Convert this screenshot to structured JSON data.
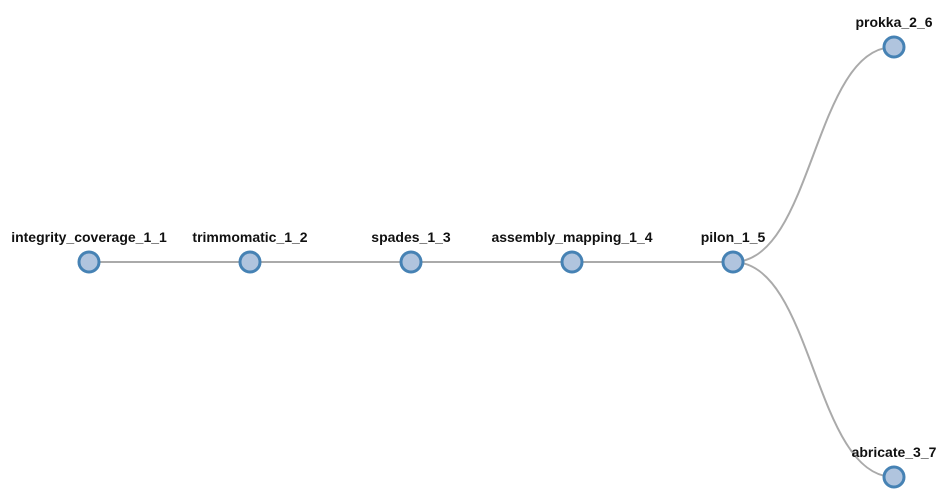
{
  "diagram": {
    "type": "pipeline-tree",
    "colors": {
      "link": "#aaaaaa",
      "node_fill": "#b0c4de",
      "node_stroke": "#4682b4",
      "label": "#111111"
    },
    "nodes": [
      {
        "id": "integrity_coverage_1_1",
        "label": "integrity_coverage_1_1"
      },
      {
        "id": "trimmomatic_1_2",
        "label": "trimmomatic_1_2"
      },
      {
        "id": "spades_1_3",
        "label": "spades_1_3"
      },
      {
        "id": "assembly_mapping_1_4",
        "label": "assembly_mapping_1_4"
      },
      {
        "id": "pilon_1_5",
        "label": "pilon_1_5"
      },
      {
        "id": "prokka_2_6",
        "label": "prokka_2_6"
      },
      {
        "id": "abricate_3_7",
        "label": "abricate_3_7"
      }
    ],
    "links": [
      {
        "source": "integrity_coverage_1_1",
        "target": "trimmomatic_1_2"
      },
      {
        "source": "trimmomatic_1_2",
        "target": "spades_1_3"
      },
      {
        "source": "spades_1_3",
        "target": "assembly_mapping_1_4"
      },
      {
        "source": "assembly_mapping_1_4",
        "target": "pilon_1_5"
      },
      {
        "source": "pilon_1_5",
        "target": "prokka_2_6"
      },
      {
        "source": "pilon_1_5",
        "target": "abricate_3_7"
      }
    ]
  }
}
